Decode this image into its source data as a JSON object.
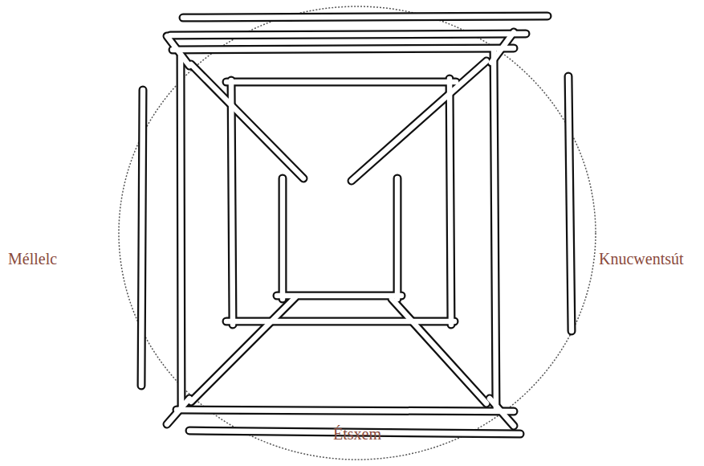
{
  "diagram": {
    "labels": [
      "Méllelc",
      "Knucwentsút",
      "Étsxem"
    ]
  }
}
